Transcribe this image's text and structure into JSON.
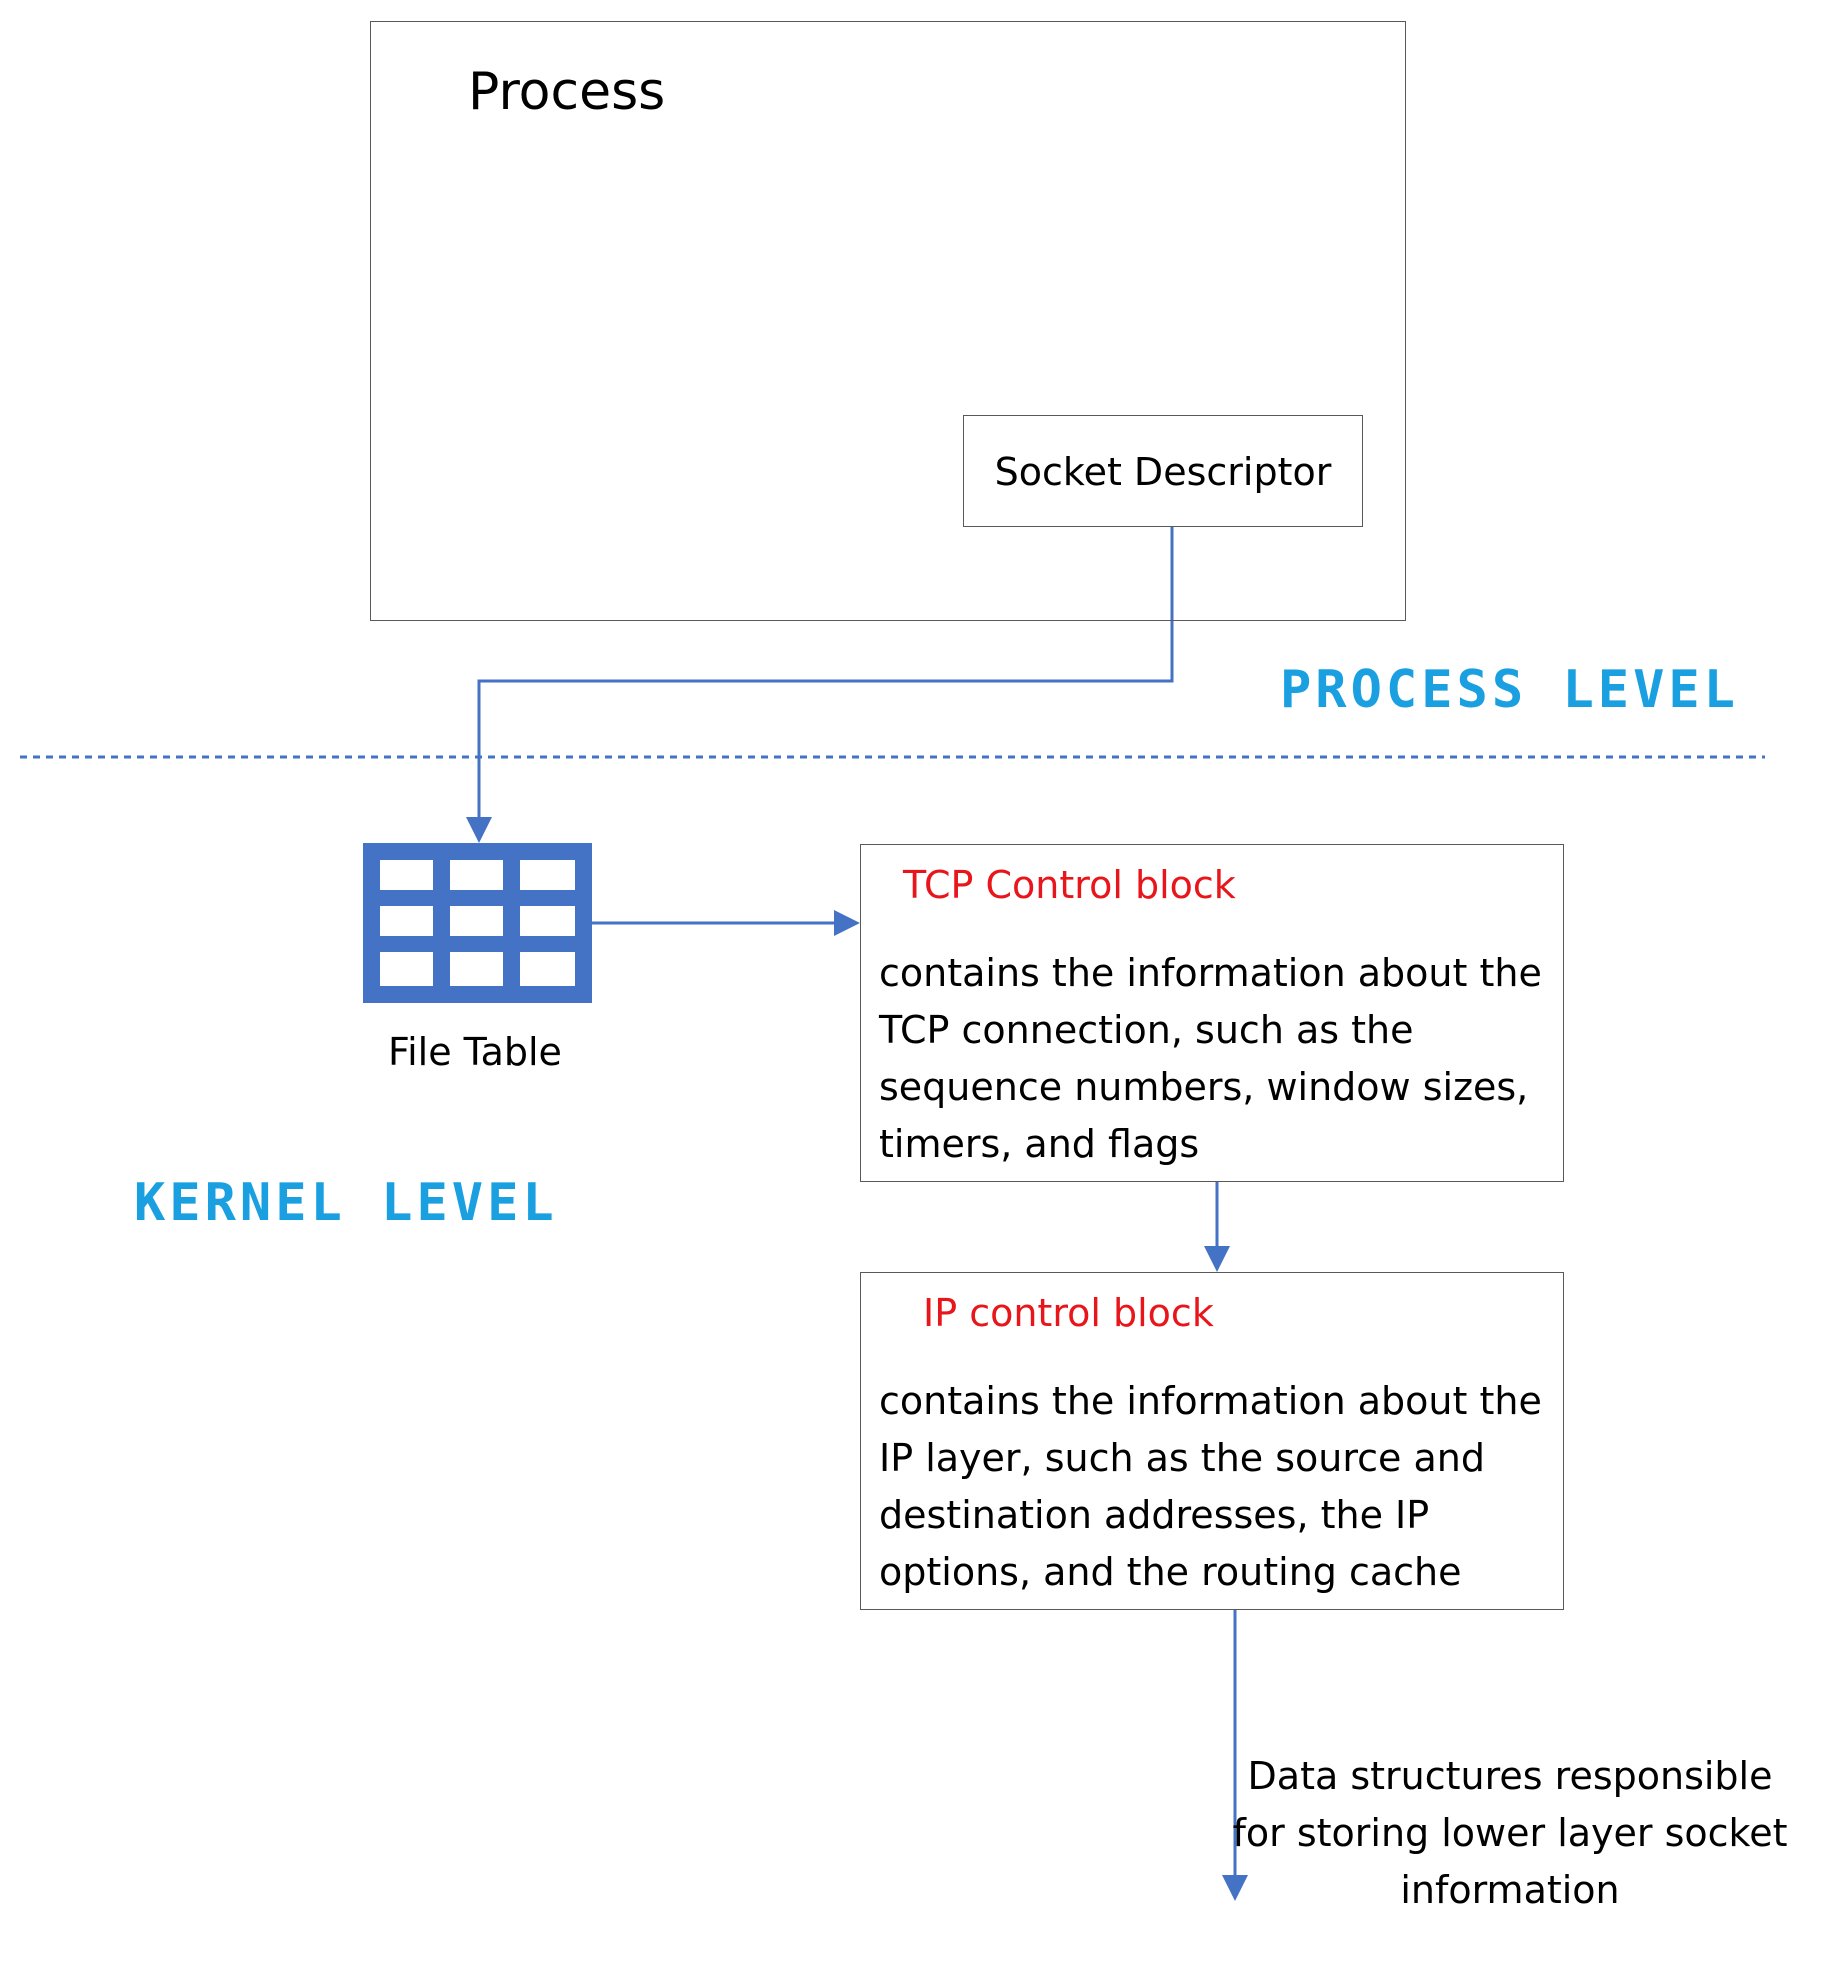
{
  "process": {
    "title": "Process",
    "socket_descriptor": "Socket Descriptor"
  },
  "levels": {
    "process_level": "PROCESS LEVEL",
    "kernel_level": "KERNEL LEVEL"
  },
  "file_table": {
    "label": "File Table"
  },
  "tcp_control_block": {
    "title": "TCP Control block",
    "description": "contains the information about the TCP connection, such as the sequence numbers, window sizes, timers, and flags"
  },
  "ip_control_block": {
    "title": "IP control block",
    "description": "contains the information about the IP layer, such as the source and destination addresses, the IP options, and the routing cache"
  },
  "bottom_note": "Data structures responsible for storing lower layer socket information",
  "colors": {
    "connector": "#4472c4",
    "level_label": "#1aa0e0",
    "block_title": "#e8161b",
    "box_border": "#595959"
  }
}
